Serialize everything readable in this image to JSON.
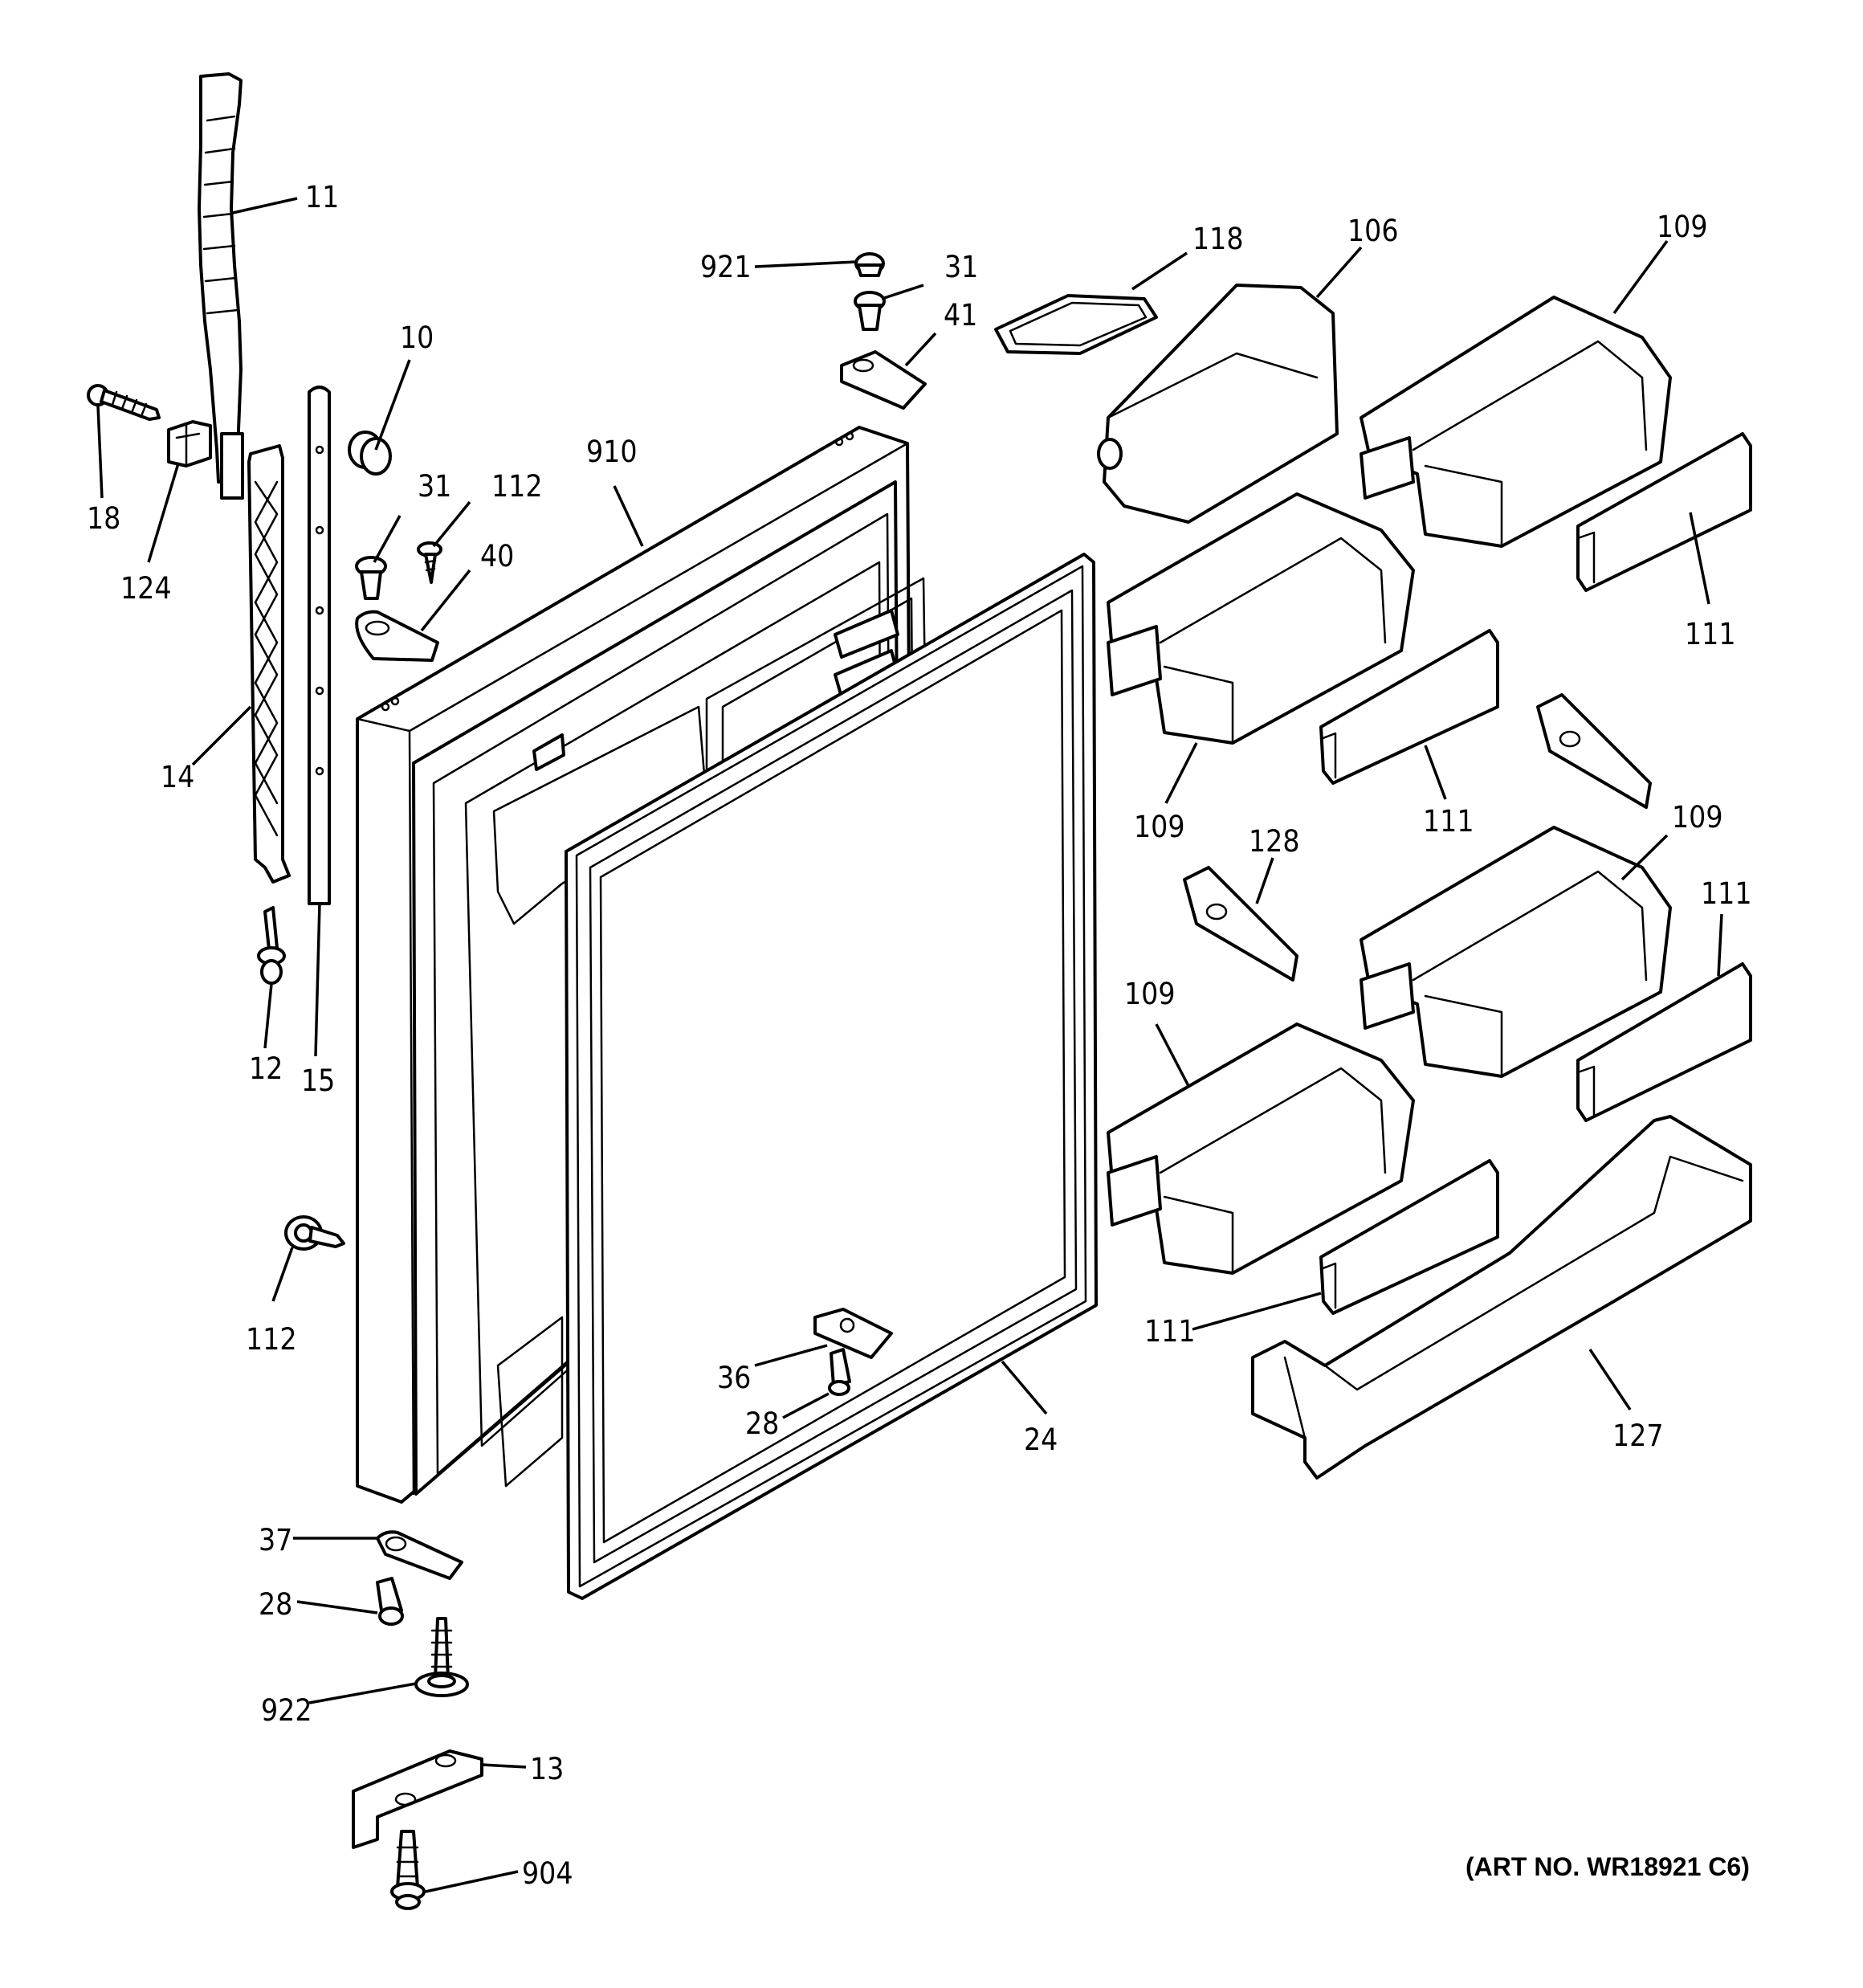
{
  "callouts": {
    "c11": "11",
    "c18": "18",
    "c124": "124",
    "c14": "14",
    "c15": "15",
    "c12": "12",
    "c10": "10",
    "c31a": "31",
    "c112a": "112",
    "c40": "40",
    "c910": "910",
    "c921": "921",
    "c31b": "31",
    "c41": "41",
    "c118": "118",
    "c106": "106",
    "c109a": "109",
    "c111a": "111",
    "c109b": "109",
    "c111b": "111",
    "c128": "128",
    "c109c": "109",
    "c111c": "111",
    "c109d": "109",
    "c111d": "111",
    "c127": "127",
    "c112b": "112",
    "c36": "36",
    "c28a": "28",
    "c24": "24",
    "c37": "37",
    "c28b": "28",
    "c922": "922",
    "c13": "13",
    "c904": "904"
  },
  "art_number": "(ART NO. WR18921 C6)"
}
